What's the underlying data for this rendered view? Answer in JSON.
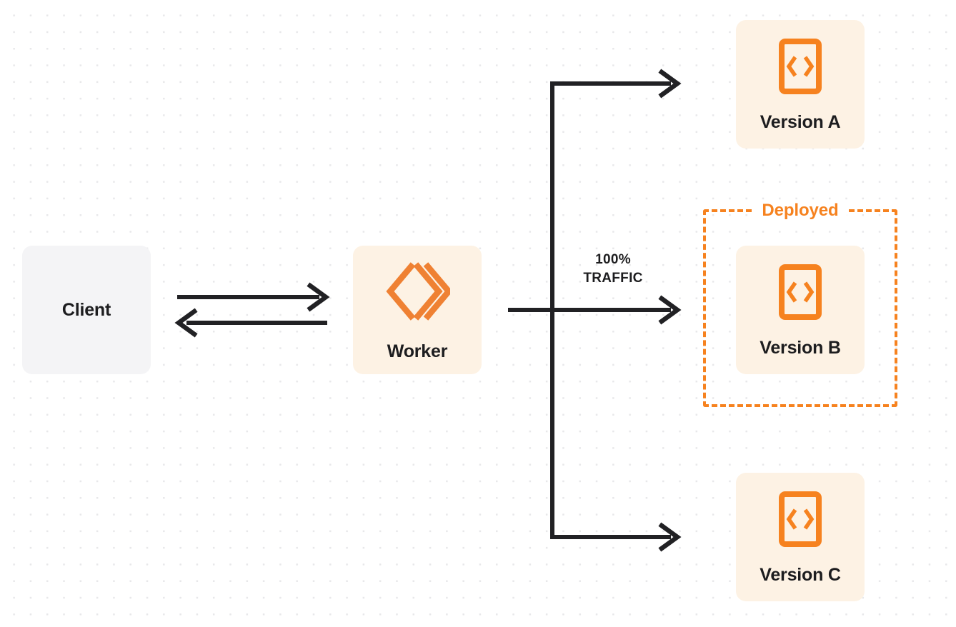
{
  "diagram": {
    "title": "Worker traffic routing to deployed version",
    "colors": {
      "accent_orange": "#f6821f",
      "node_orange_bg": "#fdf2e4",
      "node_gray_bg": "#f4f4f6",
      "connector_black": "#212124",
      "dot_grid": "#e8e8ea",
      "canvas_bg": "#ffffff"
    }
  },
  "nodes": {
    "client": {
      "label": "Client",
      "icon": "none"
    },
    "worker": {
      "label": "Worker",
      "icon": "cloudflare-workers-icon"
    },
    "version_a": {
      "label": "Version A",
      "icon": "code-file-icon"
    },
    "version_b": {
      "label": "Version B",
      "icon": "code-file-icon"
    },
    "version_c": {
      "label": "Version C",
      "icon": "code-file-icon"
    }
  },
  "groups": {
    "deployed": {
      "label": "Deployed",
      "contains": "version_b"
    }
  },
  "edges": {
    "client_to_worker": {
      "label": "",
      "direction": "right"
    },
    "worker_to_client": {
      "label": "",
      "direction": "left"
    },
    "worker_to_version_a": {
      "label": "",
      "direction": "right"
    },
    "worker_to_version_b": {
      "label_percent": "100%",
      "label_text": "TRAFFIC",
      "direction": "right"
    },
    "worker_to_version_c": {
      "label": "",
      "direction": "right"
    }
  }
}
